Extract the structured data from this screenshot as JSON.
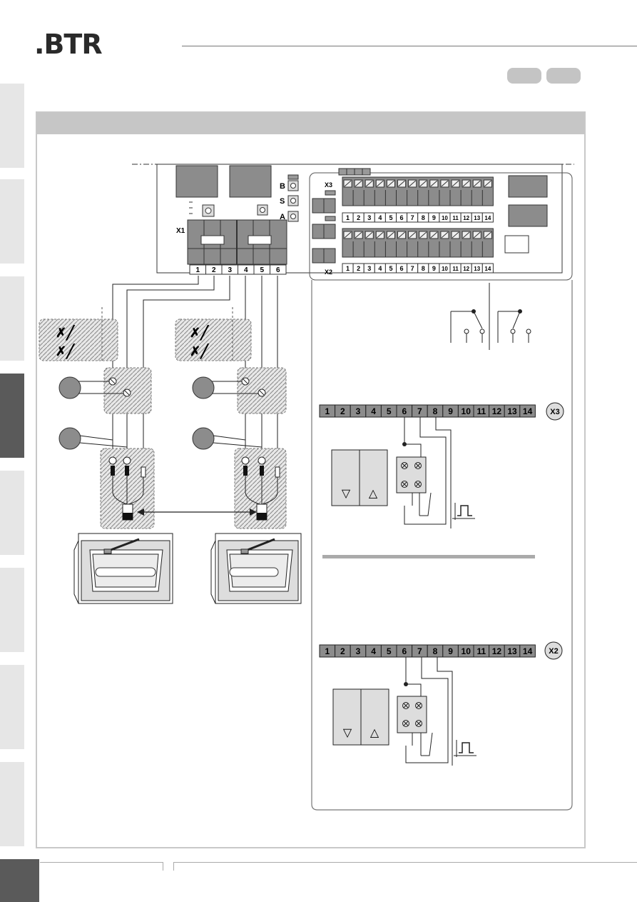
{
  "brand": {
    "logo_text": ".BTR"
  },
  "board": {
    "pots": [
      "B",
      "S",
      "A"
    ],
    "x1_label": "X1",
    "x2_label": "X2",
    "x3_label": "X3",
    "x1_terminals": [
      "1",
      "2",
      "3",
      "4",
      "5",
      "6"
    ],
    "strip_terminals": [
      "1",
      "2",
      "3",
      "4",
      "5",
      "6",
      "7",
      "8",
      "9",
      "10",
      "11",
      "12",
      "13",
      "14"
    ]
  },
  "wiring_x3": {
    "label": "X3",
    "terminals": [
      "1",
      "2",
      "3",
      "4",
      "5",
      "6",
      "7",
      "8",
      "9",
      "10",
      "11",
      "12",
      "13",
      "14"
    ]
  },
  "wiring_x2": {
    "label": "X2",
    "terminals": [
      "1",
      "2",
      "3",
      "4",
      "5",
      "6",
      "7",
      "8",
      "9",
      "10",
      "11",
      "12",
      "13",
      "14"
    ]
  },
  "symbols": {
    "down_arrow": "▽",
    "up_arrow": "△"
  },
  "colors": {
    "side_tab": "#e6e6e6",
    "side_tab_active": "#5a5a5a",
    "frame_header": "#c6c6c6",
    "accent_dark": "#5a5a5a"
  }
}
